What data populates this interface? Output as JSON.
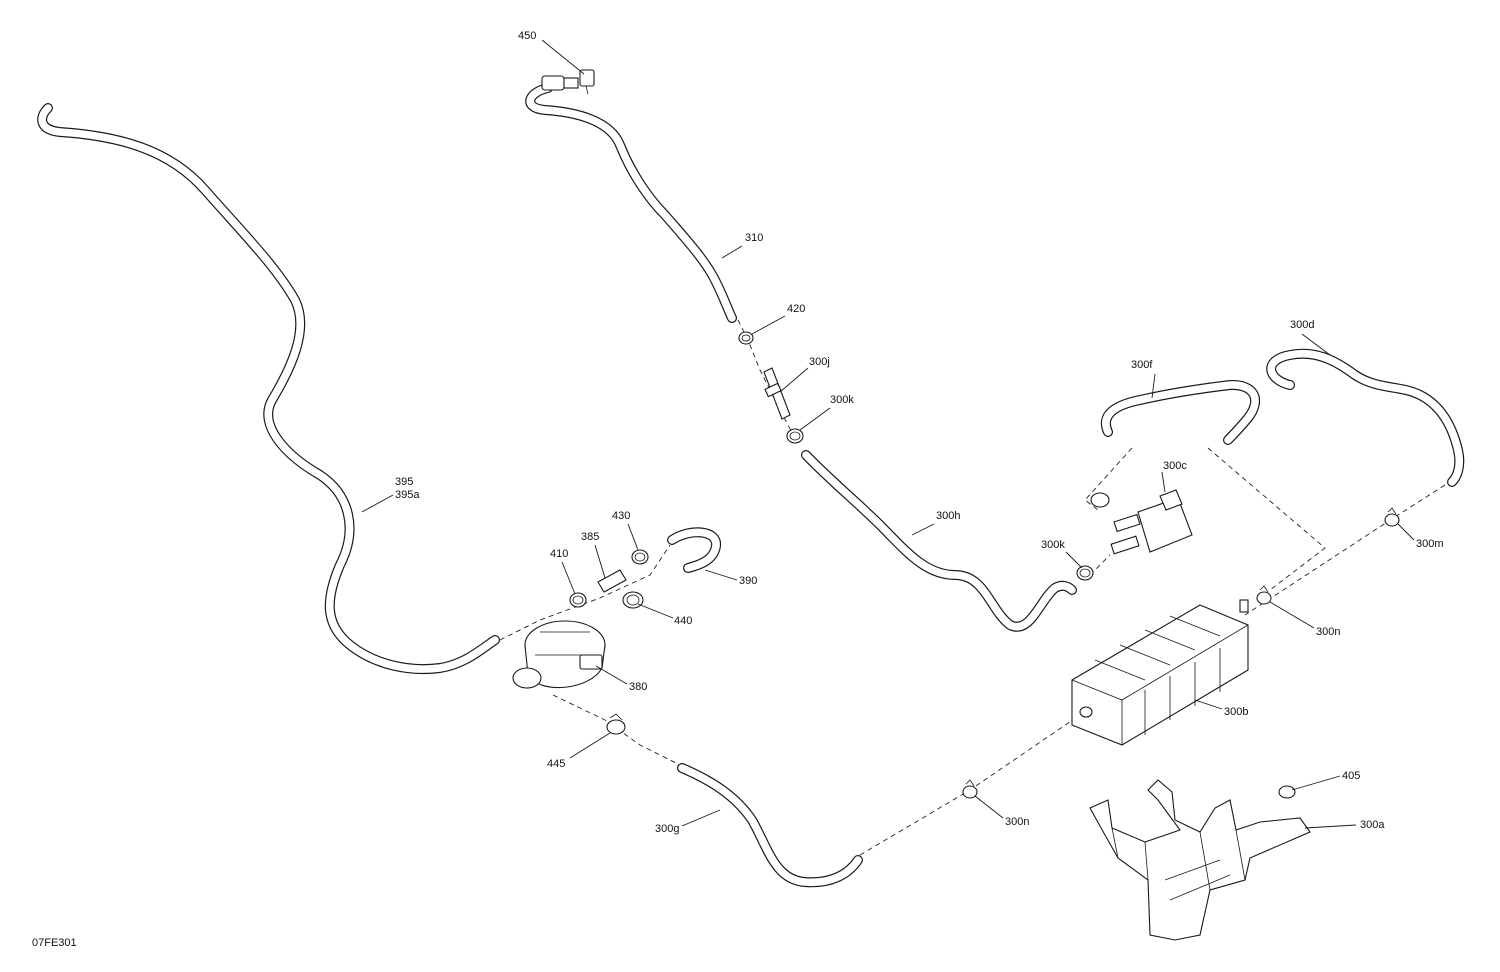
{
  "figure_code": "07FE301",
  "callouts": [
    {
      "id": "450",
      "text": "450"
    },
    {
      "id": "310",
      "text": "310"
    },
    {
      "id": "420",
      "text": "420"
    },
    {
      "id": "300j",
      "text": "300j"
    },
    {
      "id": "300k_upper",
      "text": "300k"
    },
    {
      "id": "300d",
      "text": "300d"
    },
    {
      "id": "300f",
      "text": "300f"
    },
    {
      "id": "300c",
      "text": "300c"
    },
    {
      "id": "300h",
      "text": "300h"
    },
    {
      "id": "300k_lower",
      "text": "300k"
    },
    {
      "id": "395",
      "text": "395"
    },
    {
      "id": "395a",
      "text": "395a"
    },
    {
      "id": "430",
      "text": "430"
    },
    {
      "id": "385",
      "text": "385"
    },
    {
      "id": "410",
      "text": "410"
    },
    {
      "id": "390",
      "text": "390"
    },
    {
      "id": "440",
      "text": "440"
    },
    {
      "id": "380",
      "text": "380"
    },
    {
      "id": "300m",
      "text": "300m"
    },
    {
      "id": "300n_right",
      "text": "300n"
    },
    {
      "id": "300b",
      "text": "300b"
    },
    {
      "id": "445",
      "text": "445"
    },
    {
      "id": "300g",
      "text": "300g"
    },
    {
      "id": "300n_bottom",
      "text": "300n"
    },
    {
      "id": "405",
      "text": "405"
    },
    {
      "id": "300a",
      "text": "300a"
    }
  ]
}
